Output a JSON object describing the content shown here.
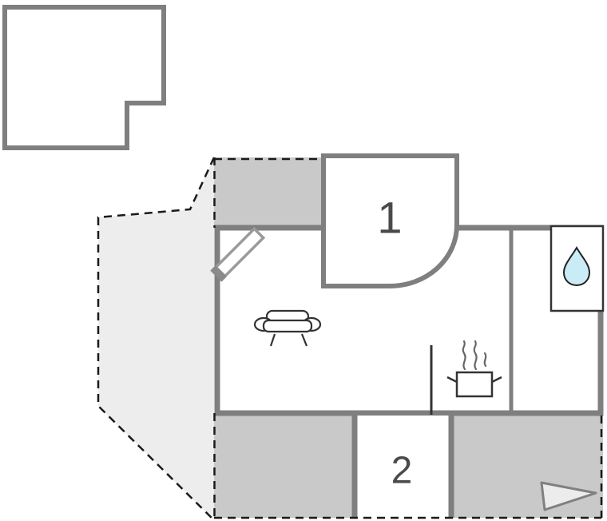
{
  "floorplan": {
    "rooms": [
      {
        "id": "room-1",
        "label": "1"
      },
      {
        "id": "room-2",
        "label": "2"
      }
    ],
    "icons": {
      "sofa": "sofa-icon",
      "stove": "stove-icon",
      "water_drop": "water-drop-icon",
      "door": "door-icon",
      "pointer": "triangle-pointer-icon"
    },
    "colors": {
      "wall": "#7f7f7f",
      "terrace": "#c9c9c9",
      "plot": "#ededed",
      "water": "#c9ecf6",
      "line": "#1a1a1a"
    }
  }
}
